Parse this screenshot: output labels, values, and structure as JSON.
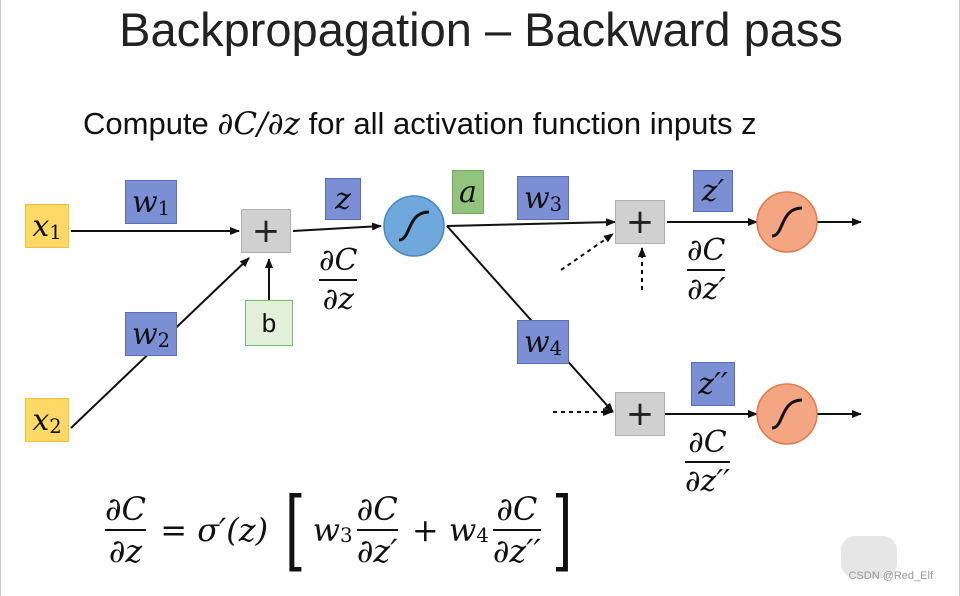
{
  "title": "Backpropagation – Backward pass",
  "subtitle": {
    "pre": "Compute ",
    "math": "∂C/∂z",
    "post": " for all activation function inputs z"
  },
  "nodes": {
    "x1": "x",
    "x1_sub": "1",
    "x2": "x",
    "x2_sub": "2",
    "w1": "w",
    "w1_sub": "1",
    "w2": "w",
    "w2_sub": "2",
    "w3": "w",
    "w3_sub": "3",
    "w4": "w",
    "w4_sub": "4",
    "b": "b",
    "z": "z",
    "a": "a",
    "z_prime": "z′",
    "z_double_prime": "z′′",
    "plus": "+"
  },
  "fractions": {
    "dC_dz": {
      "num": "∂C",
      "den": "∂z"
    },
    "dC_dzp": {
      "num": "∂C",
      "den": "∂z′"
    },
    "dC_dzpp": {
      "num": "∂C",
      "den": "∂z′′"
    }
  },
  "equation": {
    "lhs_num": "∂C",
    "lhs_den": "∂z",
    "eq": " = σ′(z) ",
    "open": "[",
    "w3": "w",
    "w3_sub": "3",
    "t1_num": "∂C",
    "t1_den": "∂z′",
    "plus": " + ",
    "w4": "w",
    "w4_sub": "4",
    "t2_num": "∂C",
    "t2_den": "∂z′′",
    "close": "]"
  },
  "watermark": "CSDN @Red_Elf",
  "colors": {
    "input": "#ffd966",
    "weight": "#7b8fd4",
    "activation_blue": "#6fa8dc",
    "activation_orange": "#f4a582",
    "bias": "#e2f0d9",
    "a_node": "#93c47d"
  }
}
